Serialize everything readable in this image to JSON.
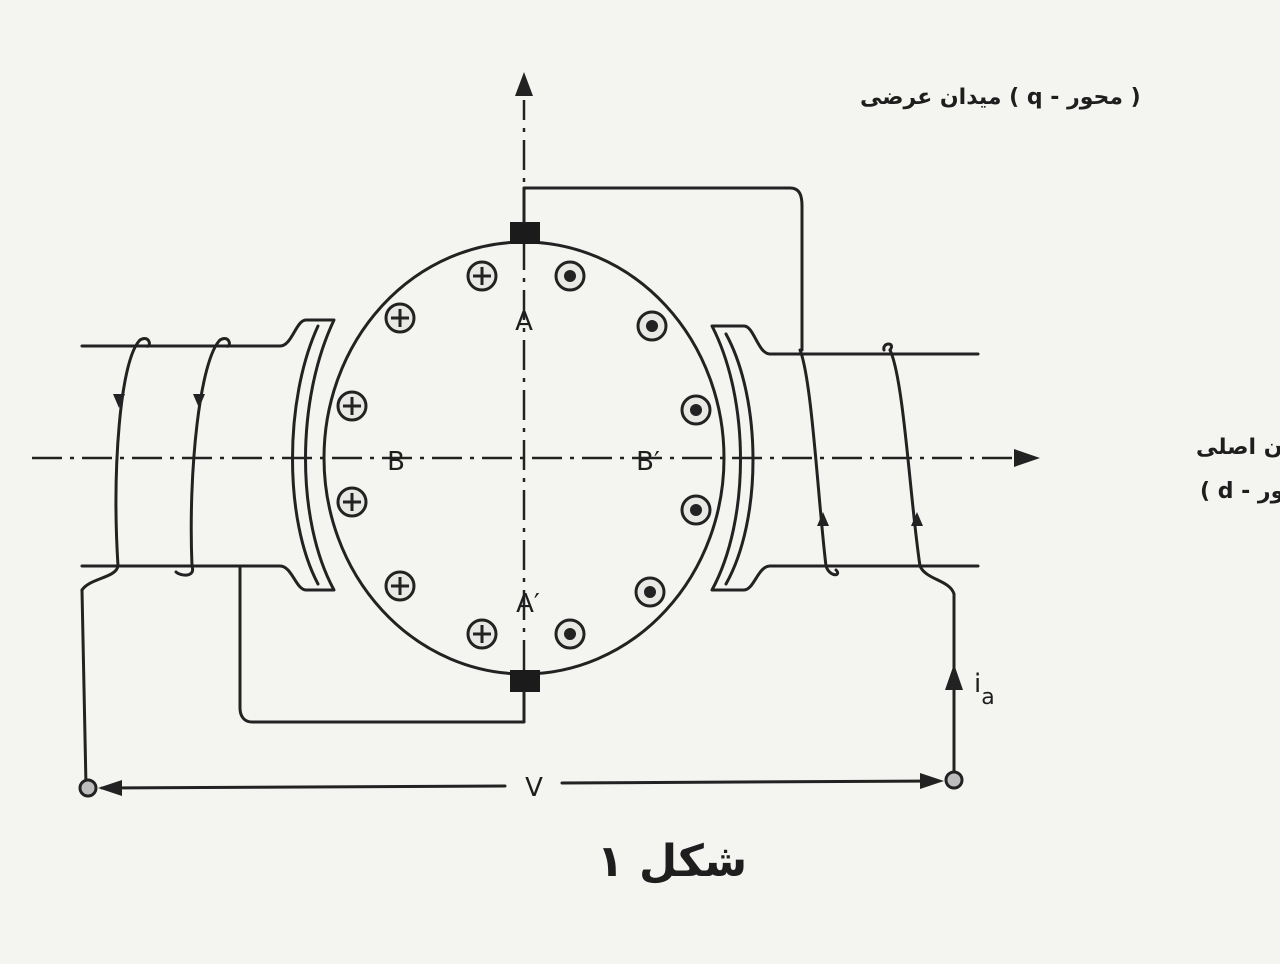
{
  "labels": {
    "q_axis": "( محور - q ) میدان عرضی",
    "d_axis_line1": "میدان اصلی",
    "d_axis_line2": "( محور - d )",
    "A": "A",
    "A_prime": "A′",
    "B": "B",
    "B_prime": "B′",
    "current": "i",
    "current_sub": "a",
    "voltage": "V",
    "caption": "شکل ۱"
  },
  "conductors": {
    "left_cross_count": 6,
    "right_dot_count": 6
  },
  "colors": {
    "ink": "#222222",
    "paper": "#f4f4f1",
    "terminal_fill": "#bdbdbd"
  }
}
